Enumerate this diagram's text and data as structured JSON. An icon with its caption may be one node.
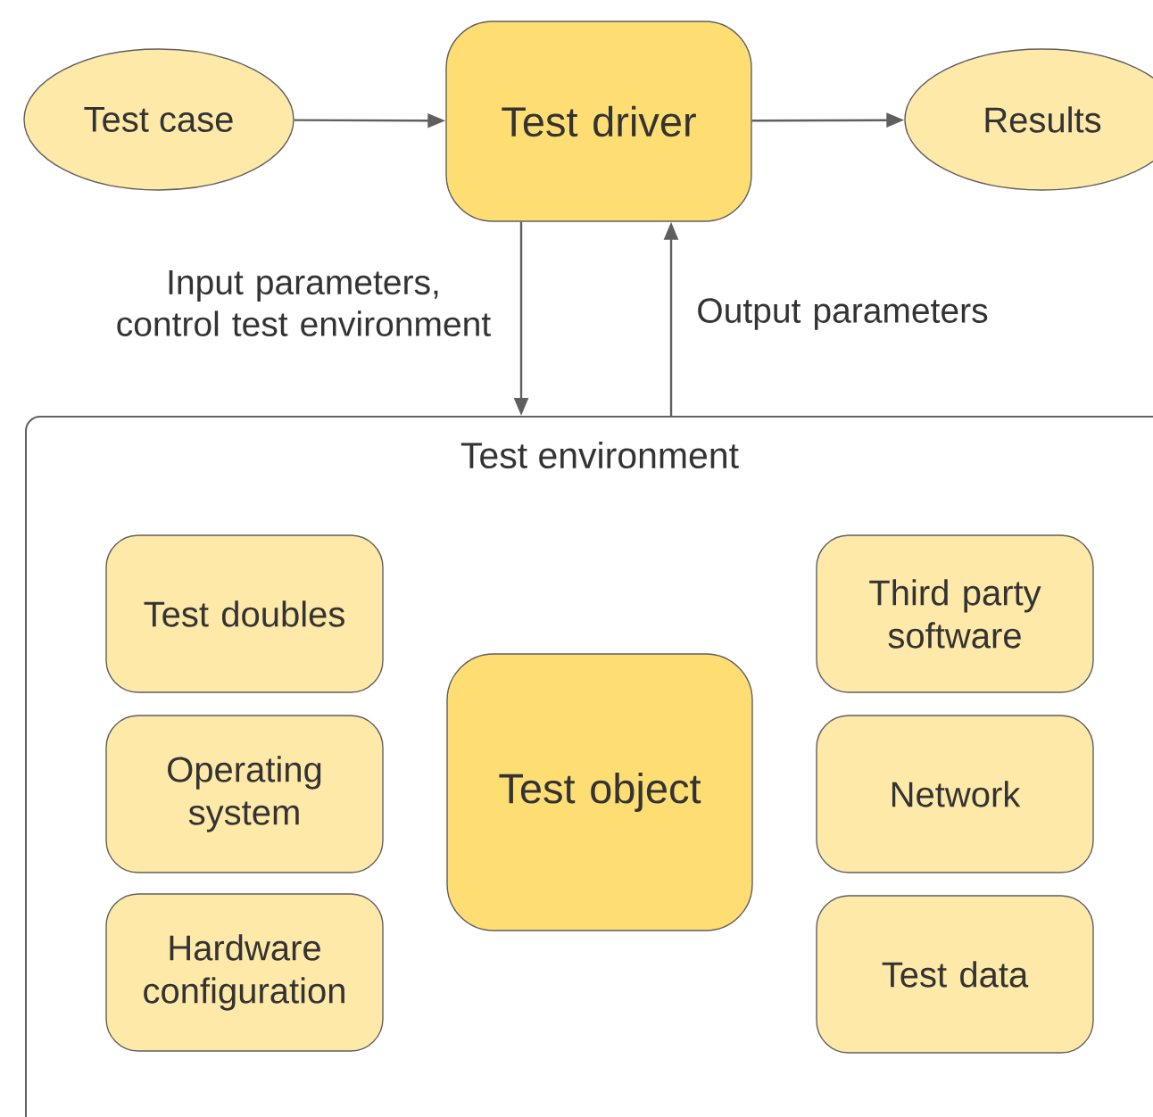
{
  "diagram": {
    "nodes": [
      {
        "text": [
          "Test case"
        ]
      },
      {
        "text": [
          "Test driver"
        ]
      },
      {
        "text": [
          "Results"
        ]
      },
      {
        "text": [
          "Test environment"
        ]
      },
      {
        "text": [
          "Test doubles"
        ],
        "in": 3
      },
      {
        "text": [
          "Operating system"
        ],
        "in": 3
      },
      {
        "text": [
          "Hardware configuration"
        ],
        "in": 3
      },
      {
        "text": [
          "Test object"
        ],
        "in": 3
      },
      {
        "text": [
          "Third party software"
        ],
        "in": 3
      },
      {
        "text": [
          "Network"
        ],
        "in": 3
      },
      {
        "text": [
          "Test data"
        ],
        "in": 3
      }
    ],
    "edges": [
      {
        "from": 0,
        "to": 1,
        "arrow": "to"
      },
      {
        "from": 1,
        "to": 2,
        "arrow": "to"
      },
      {
        "from": 1,
        "to": 3,
        "arrow": "to",
        "label": "Input parameters, control test environment"
      },
      {
        "from": 3,
        "to": 1,
        "arrow": "to",
        "label": "Output parameters"
      }
    ]
  }
}
